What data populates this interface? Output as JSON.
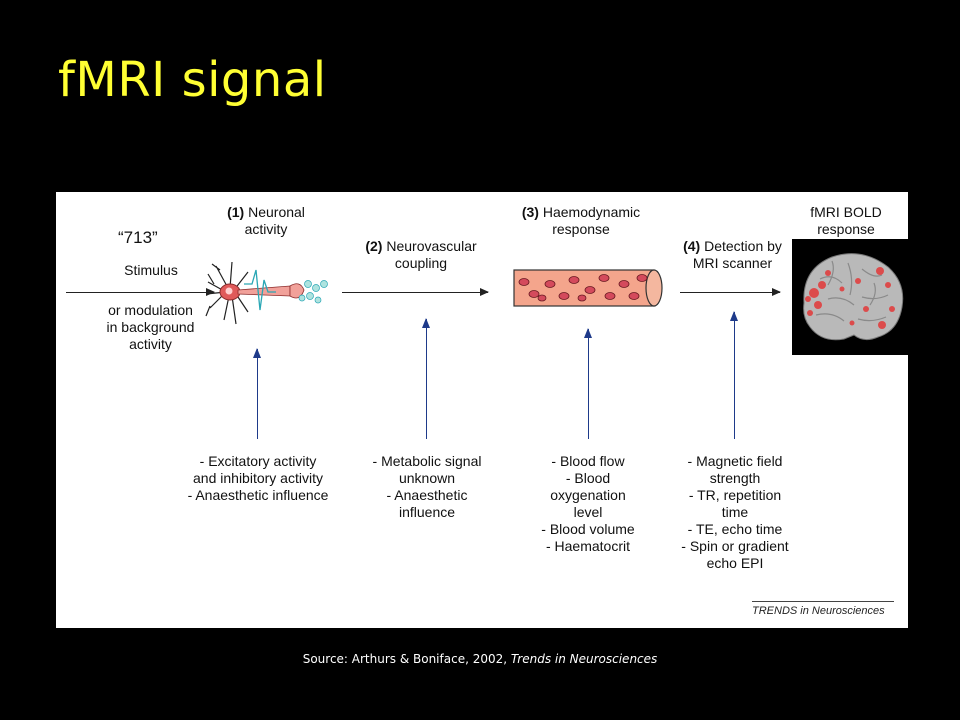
{
  "title": "fMRI signal",
  "diagram": {
    "quote": "“713”",
    "stimulus": "Stimulus",
    "modulation": [
      "or modulation",
      "in background",
      "activity"
    ],
    "stages": [
      {
        "num": "(1)",
        "lines": [
          "Neuronal",
          "activity"
        ]
      },
      {
        "num": "(2)",
        "lines": [
          "Neurovascular",
          "coupling"
        ]
      },
      {
        "num": "(3)",
        "lines": [
          "Haemodynamic",
          "response"
        ]
      },
      {
        "num": "(4)",
        "lines": [
          "Detection by",
          "MRI scanner"
        ]
      }
    ],
    "bold": [
      "fMRI BOLD",
      "response"
    ],
    "factors": [
      [
        "- Excitatory activity",
        "and inhibitory activity",
        "- Anaesthetic influence"
      ],
      [
        "- Metabolic signal",
        "unknown",
        "- Anaesthetic",
        "influence"
      ],
      [
        "- Blood flow",
        "- Blood",
        "oxygenation",
        "level",
        "- Blood volume",
        "- Haematocrit"
      ],
      [
        "- Magnetic field",
        "strength",
        "- TR, repetition",
        "time",
        "- TE, echo time",
        "- Spin or gradient",
        "echo EPI"
      ]
    ],
    "journal_mark": "TRENDS in Neurosciences"
  },
  "source": {
    "prefix": "Source: Arthurs & Boniface, 2002, ",
    "journal": "Trends in Neurosciences"
  },
  "colors": {
    "title": "#ffff33",
    "arrow_blue": "#1e3a8a",
    "vessel": "#f4a58c",
    "cell": "#d44a5c",
    "neuron": "#e05a5a",
    "signal": "#2aa7b5"
  }
}
